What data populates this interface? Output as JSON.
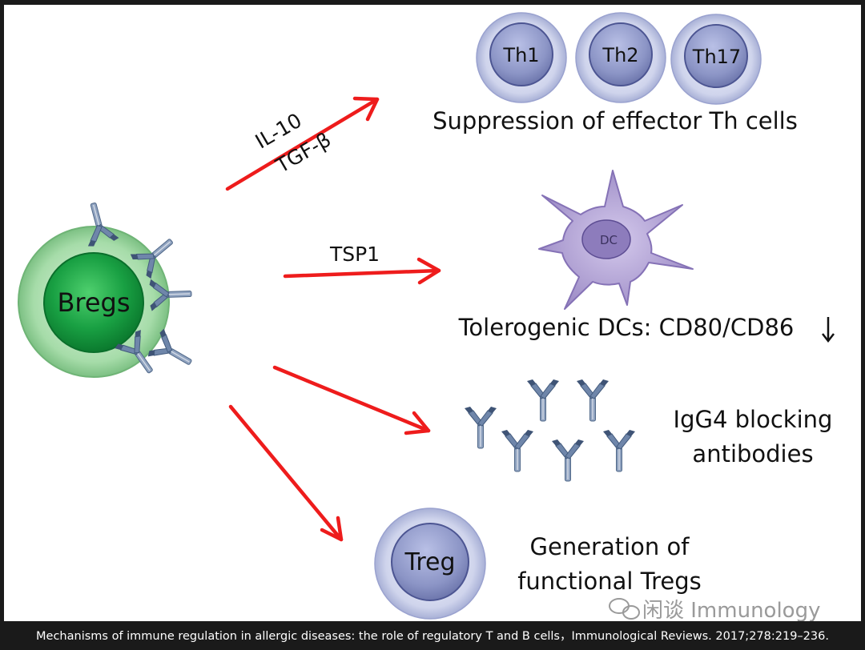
{
  "cells": {
    "th1": "Th1",
    "th2": "Th2",
    "th17": "Th17",
    "bregs": "Bregs",
    "dc": "DC",
    "treg": "Treg"
  },
  "arrows": {
    "top_line1": "IL-10",
    "top_line2": "TGF-β",
    "middle": "TSP1"
  },
  "outcomes": {
    "th_suppression": "Suppression of effector Th cells",
    "tolerogenic_dcs": "Tolerogenic DCs: CD80/CD86",
    "igg4_line1": "IgG4 blocking",
    "igg4_line2": "antibodies",
    "tregs_line1": "Generation of",
    "tregs_line2": "functional Tregs"
  },
  "watermark": "闲谈 Immunology",
  "caption": "Mechanisms of immune regulation in allergic diseases: the role of regulatory T and B cells，Immunological Reviews. 2017;278:219–236.",
  "colors": {
    "arrow": "#ee1c1c",
    "bregs_inner": "#1a9e46",
    "bregs_outer": "#9ad69e",
    "t_cell_inner": "#8f98c8",
    "t_cell_outer": "#d5d9ee",
    "dc_body": "#a99ad0",
    "antibody": "#6d85a8"
  }
}
